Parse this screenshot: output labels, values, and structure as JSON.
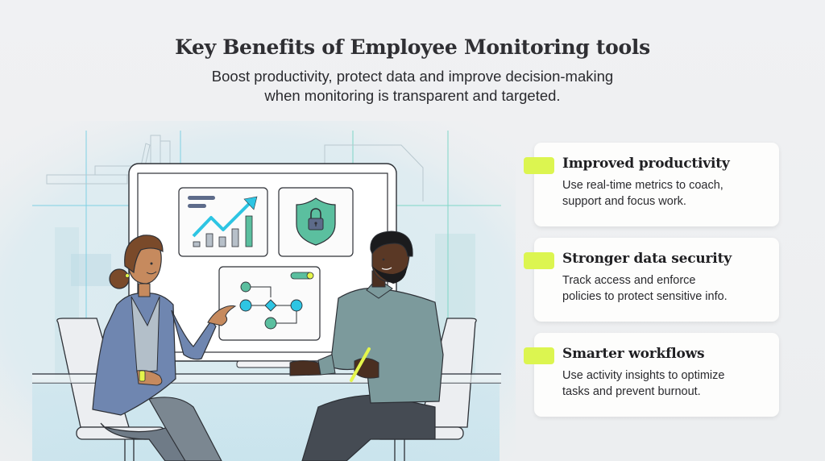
{
  "header": {
    "title": "Key Benefits of Employee Monitoring tools",
    "subtitle_line1": "Boost productivity, protect data and improve decision-making",
    "subtitle_line2": "when monitoring is transparent and targeted."
  },
  "colors": {
    "accent": "#dcf550",
    "teal": "#5bbf9f",
    "cyan": "#2ec5e3",
    "slate": "#5d6b8a",
    "jacket": "#6f86b0",
    "shirt": "#7c9a9c",
    "background": "#eef0f2"
  },
  "illustration": {
    "screen_panels": [
      {
        "name": "growth-chart",
        "icon": "trending-up-icon"
      },
      {
        "name": "security-shield",
        "icon": "shield-lock-icon"
      },
      {
        "name": "workflow-diagram",
        "icon": "flowchart-icon"
      }
    ],
    "people": [
      "woman-presenting",
      "man-listening"
    ]
  },
  "benefits": [
    {
      "title": "Improved productivity",
      "line1": "Use real-time metrics to coach,",
      "line2": "support and focus work."
    },
    {
      "title": "Stronger data security",
      "line1": "Track access and enforce",
      "line2": "policies to protect sensitive info."
    },
    {
      "title": "Smarter workflows",
      "line1": "Use activity insights to optimize",
      "line2": "tasks and prevent burnout."
    }
  ]
}
